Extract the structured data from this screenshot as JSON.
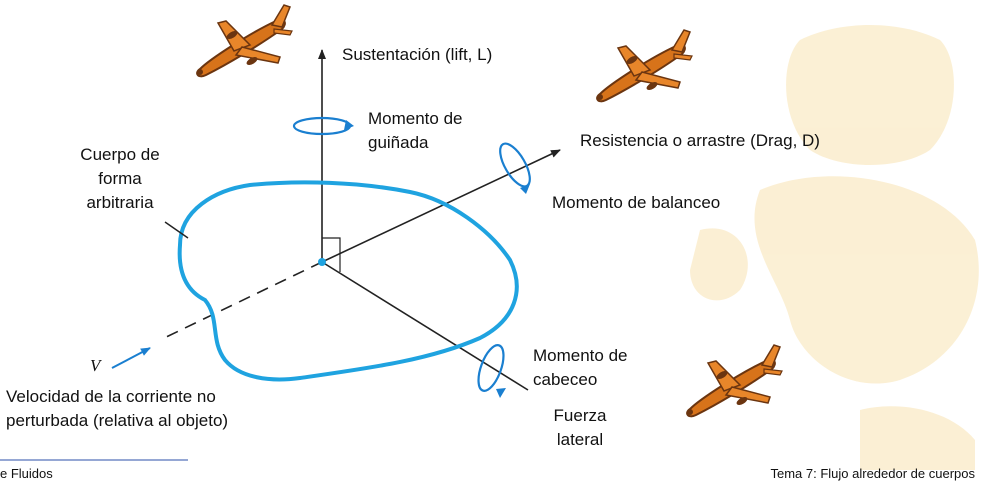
{
  "labels": {
    "lift": "Sustentación (lift, L)",
    "yaw_line1": "Momento de",
    "yaw_line2": "guiñada",
    "drag": "Resistencia o arrastre (Drag, D)",
    "body_line1": "Cuerpo de",
    "body_line2": "forma",
    "body_line3": "arbitraria",
    "roll": "Momento de balanceo",
    "pitch_line1": "Momento de",
    "pitch_line2": "cabeceo",
    "side_line1": "Fuerza",
    "side_line2": "lateral",
    "velocity_symbol": "V",
    "velocity_line1": "Velocidad de la corriente no",
    "velocity_line2": "perturbada (relativa al objeto)"
  },
  "footer": {
    "left": "e Fluidos",
    "right": "Tema 7: Flujo alrededor de cuerpos"
  },
  "colors": {
    "body_outline": "#1fa3e0",
    "arrows": "#222222",
    "moment_arrows": "#1a7fd0",
    "airplane_body": "#d7731a",
    "airplane_dark": "#6b3510",
    "watermark": "#fbeed0",
    "footer_line": "#2b4fa8"
  },
  "icons": [
    "airplane-icon",
    "airplane-icon",
    "airplane-icon"
  ]
}
